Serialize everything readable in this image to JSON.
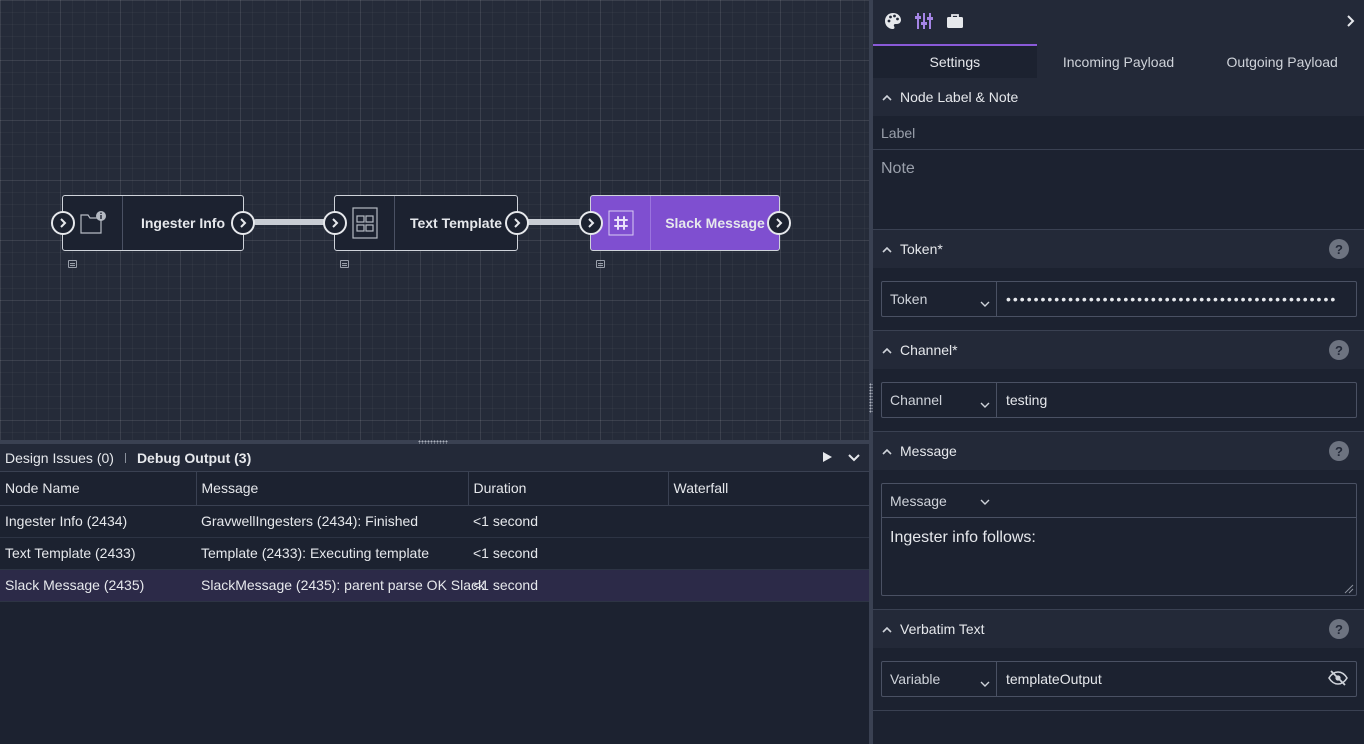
{
  "nodes": [
    {
      "label": "Ingester Info",
      "icon": "folder-info-icon"
    },
    {
      "label": "Text Template",
      "icon": "grid-template-icon"
    },
    {
      "label": "Slack Message",
      "icon": "slack-icon"
    }
  ],
  "debug": {
    "tabs": {
      "issues": "Design Issues (0)",
      "output": "Debug Output (3)"
    },
    "columns": [
      "Node Name",
      "Message",
      "Duration",
      "Waterfall"
    ],
    "rows": [
      {
        "name": "Ingester Info (2434)",
        "message": "GravwellIngesters (2434): Finished",
        "duration": "<1 second"
      },
      {
        "name": "Text Template (2433)",
        "message": "Template (2433): Executing template",
        "duration": "<1 second"
      },
      {
        "name": "Slack Message (2435)",
        "message": "SlackMessage (2435): parent parse OK Slack",
        "duration": "<1 second"
      }
    ]
  },
  "panel": {
    "tabs": {
      "settings": "Settings",
      "incoming": "Incoming Payload",
      "outgoing": "Outgoing Payload"
    },
    "label_note": {
      "title": "Node Label & Note",
      "label_placeholder": "Label",
      "note_placeholder": "Note"
    },
    "token": {
      "title": "Token*",
      "type": "Token",
      "value": "••••••••••••••••••••••••••••••••••••••••••••••••"
    },
    "channel": {
      "title": "Channel*",
      "type": "Channel",
      "value": "testing"
    },
    "message": {
      "title": "Message",
      "type": "Message",
      "value": "Ingester info follows:"
    },
    "verbatim": {
      "title": "Verbatim Text",
      "type": "Variable",
      "value": "templateOutput"
    },
    "help_glyph": "?"
  },
  "colors": {
    "accent": "#7f4fd0",
    "tab_accent": "#8a5ad8",
    "icon_purple": "#a585e6"
  }
}
